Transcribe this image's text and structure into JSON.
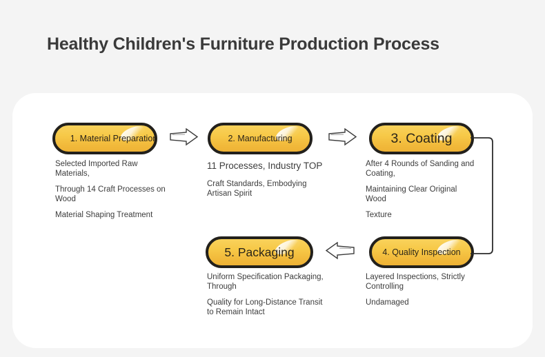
{
  "header": {
    "title": "Healthy Children's Furniture Production Process"
  },
  "colors": {
    "background": "#f4f4f4",
    "card": "#ffffff",
    "pill_fill_light": "#f8d25c",
    "pill_fill_dark": "#eeb235",
    "pill_border": "#22201c",
    "title_text": "#3a3a3a",
    "body_text": "#3c3c3c"
  },
  "steps": [
    {
      "id": "step-1",
      "label": "1. Material Preparation",
      "lines": [
        "Selected Imported Raw Materials,",
        "Through 14 Craft Processes on Wood",
        "Material Shaping Treatment"
      ]
    },
    {
      "id": "step-2",
      "label": "2. Manufacturing",
      "lead": "11 Processes, Industry TOP",
      "lines": [
        "Craft Standards, Embodying Artisan Spirit"
      ]
    },
    {
      "id": "step-3",
      "label": "3. Coating",
      "lines": [
        "After 4 Rounds of Sanding and Coating,",
        "Maintaining Clear Original Wood",
        "Texture"
      ]
    },
    {
      "id": "step-4",
      "label": "4. Quality Inspection",
      "lines": [
        "Layered Inspections, Strictly Controlling",
        "Undamaged"
      ]
    },
    {
      "id": "step-5",
      "label": "5. Packaging",
      "lines": [
        "Uniform Specification Packaging, Through",
        "Quality for Long-Distance Transit to Remain Intact"
      ]
    }
  ],
  "connectors": [
    {
      "name": "arrow-step1-to-step2",
      "direction": "right"
    },
    {
      "name": "arrow-step2-to-step3",
      "direction": "right"
    },
    {
      "name": "arrow-step4-to-step5",
      "direction": "left"
    },
    {
      "name": "line-step3-to-step4",
      "direction": "down"
    }
  ]
}
